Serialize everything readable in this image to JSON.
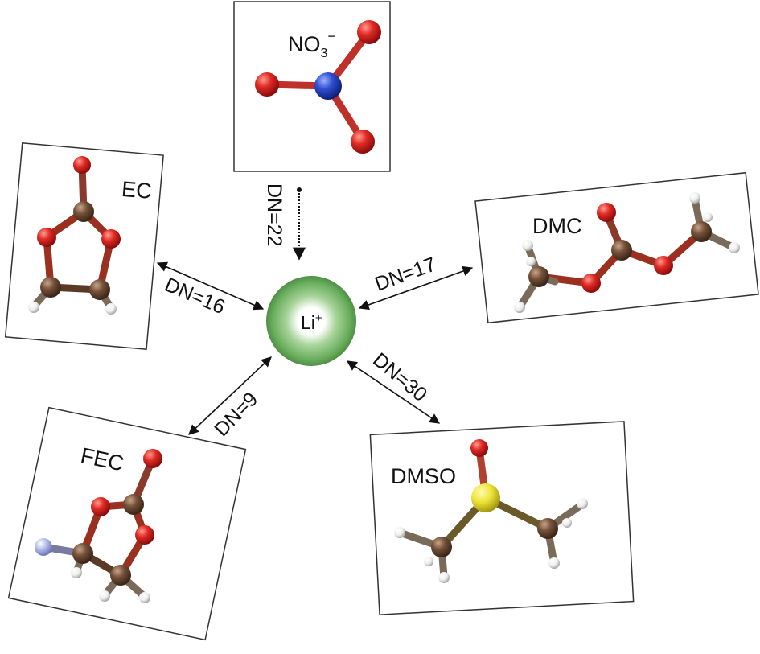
{
  "center": {
    "ion": "Li",
    "charge": "+"
  },
  "nitrate": {
    "name": "NO",
    "subscript": "3",
    "charge": "−",
    "dn": "DN=22"
  },
  "ec": {
    "name": "EC",
    "dn": "DN=16"
  },
  "dmc": {
    "name": "DMC",
    "dn": "DN=17"
  },
  "fec": {
    "name": "FEC",
    "dn": "DN=9"
  },
  "dmso": {
    "name": "DMSO",
    "dn": "DN=30"
  },
  "colors": {
    "oxygen": "#d9211f",
    "nitrogen": "#2747c8",
    "carbon": "#6e4c33",
    "hydrogen": "#eeeeee",
    "sulfur": "#ece33a",
    "fluorine": "#a9b4e6",
    "lithium": "#6aaf5e"
  }
}
